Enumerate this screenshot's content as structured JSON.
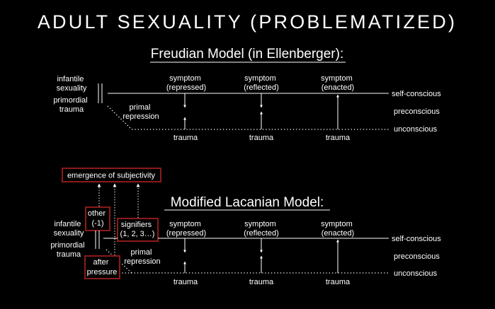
{
  "title": "ADULT SEXUALITY (PROBLEMATIZED)",
  "freudian": {
    "heading": "Freudian Model (in Ellenberger):",
    "left_label_1": [
      "infantile",
      "sexuality"
    ],
    "left_label_2": [
      "primordial",
      "trauma"
    ],
    "primal_repression": [
      "primal",
      "repression"
    ],
    "symptoms": [
      {
        "line1": "symptom",
        "line2": "(repressed)"
      },
      {
        "line1": "symptom",
        "line2": "(reflected)"
      },
      {
        "line1": "symptom",
        "line2": "(enacted)"
      }
    ],
    "trauma": [
      "trauma",
      "trauma",
      "trauma"
    ],
    "levels": [
      "self-conscious",
      "preconscious",
      "unconscious"
    ]
  },
  "lacanian": {
    "heading": "Modified Lacanian Model:",
    "emergence": "emergence of subjectivity",
    "other": [
      "other",
      "(-1)"
    ],
    "signifiers": [
      "signifiers",
      "(1, 2, 3…)"
    ],
    "after_pressure": [
      "after",
      "pressure"
    ],
    "left_label_1": [
      "infantile",
      "sexuality"
    ],
    "left_label_2": [
      "primordial",
      "trauma"
    ],
    "primal_repression": [
      "primal",
      "repression"
    ],
    "symptoms": [
      {
        "line1": "symptom",
        "line2": "(repressed)"
      },
      {
        "line1": "symptom",
        "line2": "(reflected)"
      },
      {
        "line1": "symptom",
        "line2": "(enacted)"
      }
    ],
    "trauma": [
      "trauma",
      "trauma",
      "trauma"
    ],
    "levels": [
      "self-conscious",
      "preconscious",
      "unconscious"
    ]
  },
  "colors": {
    "background": "#000000",
    "text": "#ffffff",
    "box_border": "#8b1a1a"
  }
}
